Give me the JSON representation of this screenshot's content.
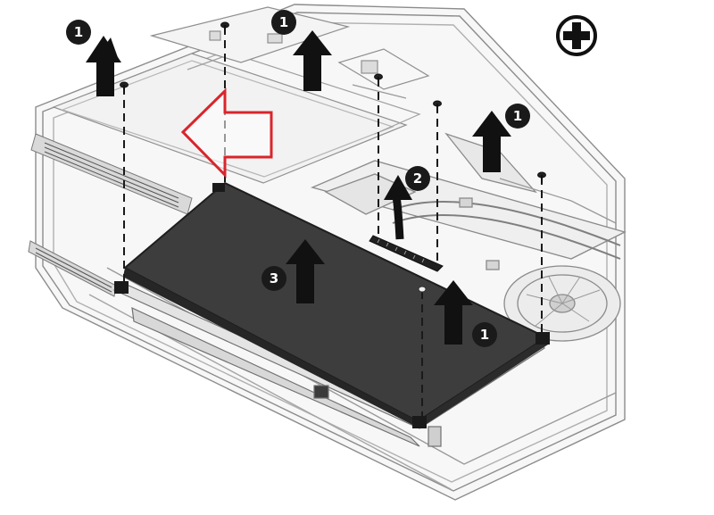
{
  "figure": {
    "type": "disassembly-illustration",
    "subject": "battery-removal",
    "screwdriver_type": "phillips"
  },
  "callouts": [
    {
      "id": "screw-top-left",
      "label": "1"
    },
    {
      "id": "screw-top-center",
      "label": "1"
    },
    {
      "id": "screw-right",
      "label": "1"
    },
    {
      "id": "disconnect-cable",
      "label": "2"
    },
    {
      "id": "lift-battery",
      "label": "3"
    },
    {
      "id": "screw-bottom",
      "label": "1"
    }
  ],
  "colors": {
    "battery": "#3d3d3d",
    "badge": "#1a1a1a",
    "highlight_arrow": "#d9252b",
    "chassis_line": "#8c8c8c"
  },
  "icons": [
    "phillips-screwdriver-icon",
    "screw-icon",
    "up-arrow-icon",
    "curved-arrow-icon",
    "left-arrow-outline-icon"
  ]
}
